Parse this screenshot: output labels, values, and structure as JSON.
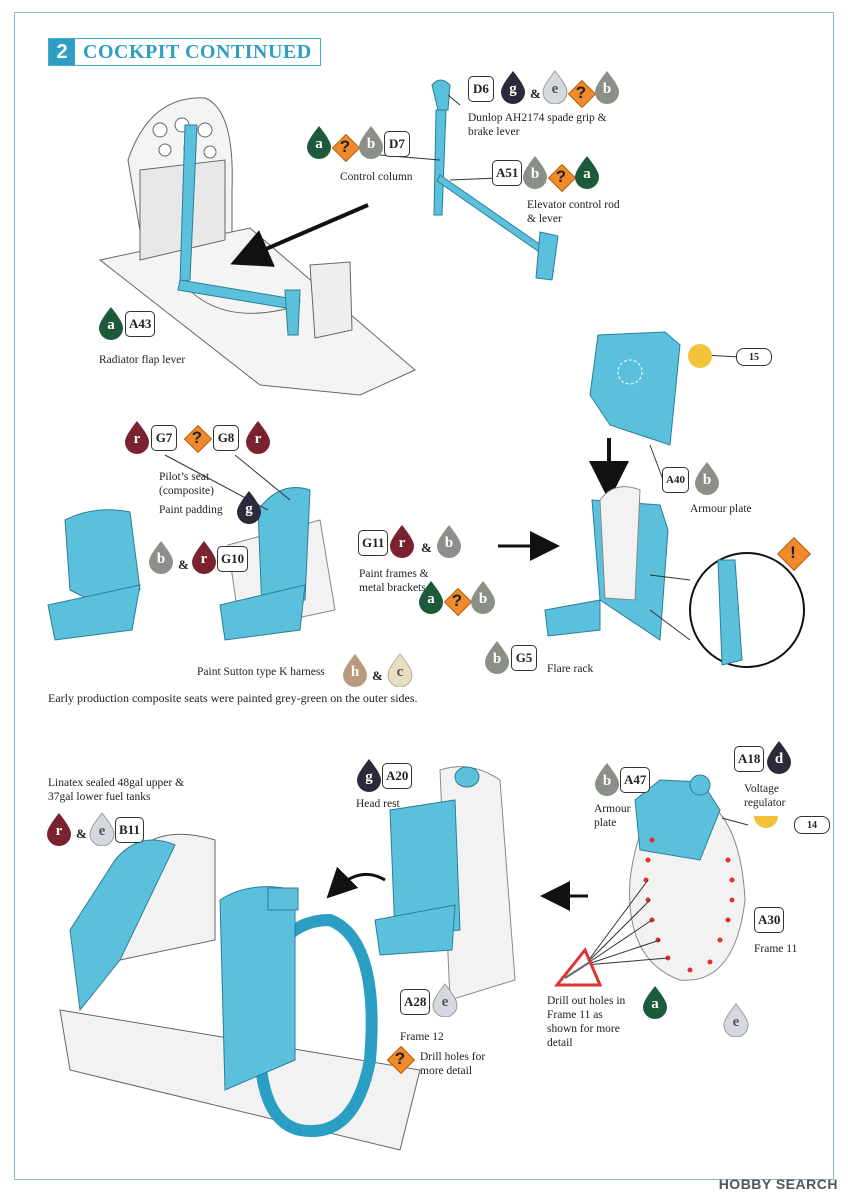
{
  "header": {
    "step": "2",
    "title": "COCKPIT CONTINUED"
  },
  "colors": {
    "blue": "#5ac0dc",
    "accent": "#2f9ec4",
    "r": "#7a2230",
    "g": "#2a2a3a",
    "a": "#1d5a3c",
    "b": "#8a8f88",
    "d": "#2a2a3a",
    "e": "#d5d8de",
    "h": "#b99a7c",
    "c": "#e9dfc0",
    "caution": "#f08a2a"
  },
  "labels": {
    "spade_grip": "Dunlop AH2174 spade grip & brake lever",
    "control_column": "Control column",
    "elevator": "Elevator control rod & lever",
    "radiator": "Radiator flap lever",
    "pilot_seat": "Pilot’s seat (composite)",
    "paint_padding": "Paint padding",
    "paint_frames": "Paint frames & metal brackets",
    "armour_plate": "Armour plate",
    "flare_rack": "Flare rack",
    "sutton": "Paint Sutton type K harness",
    "early_note": "Early production composite seats were painted grey-green on the outer sides.",
    "fuel_tanks": "Linatex sealed 48gal upper & 37gal lower fuel tanks",
    "head_rest": "Head rest",
    "armour_plate2": "Armour plate",
    "voltage": "Voltage regulator",
    "frame11": "Frame 11",
    "frame12": "Frame 12",
    "drill_detail": "Drill holes for more detail",
    "drill_out": "Drill out holes in Frame 11 as shown for more detail"
  },
  "parts": {
    "D6": "D6",
    "D7": "D7",
    "A51": "A51",
    "A43": "A43",
    "G7": "G7",
    "G8": "G8",
    "G10": "G10",
    "G11": "G11",
    "A40": "A40",
    "G5": "G5",
    "B11": "B11",
    "A20": "A20",
    "A47": "A47",
    "A18": "A18",
    "A30": "A30",
    "A28": "A28"
  },
  "callouts": {
    "c15": "15",
    "c14": "14"
  },
  "paint": {
    "r": "r",
    "g": "g",
    "a": "a",
    "b": "b",
    "d": "d",
    "e": "e",
    "h": "h",
    "c": "c",
    "q": "?",
    "amp": "&",
    "bang": "!",
    "drill_q": "?"
  },
  "watermark": "HOBBY SEARCH"
}
